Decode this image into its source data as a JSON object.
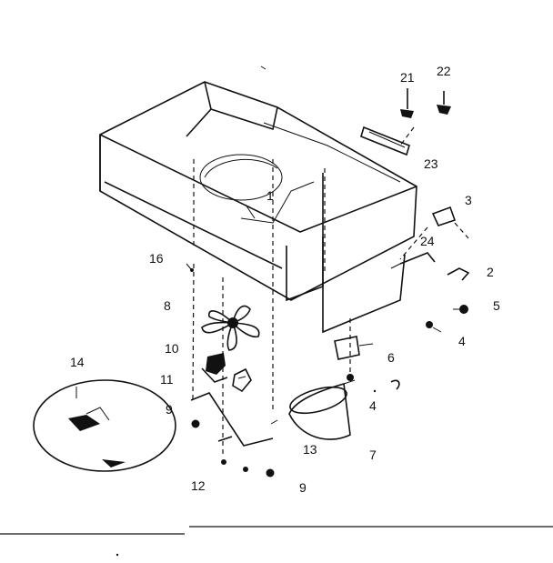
{
  "labels": {
    "l1": "1",
    "l2": "2",
    "l3": "3",
    "l4a": "4",
    "l4b": "4",
    "l5": "5",
    "l6": "6",
    "l7": "7",
    "l8": "8",
    "l9a": "9",
    "l9b": "9",
    "l10": "10",
    "l11": "11",
    "l12": "12",
    "l13": "13",
    "l14": "14",
    "l16": "16",
    "l21": "21",
    "l22": "22",
    "l23": "23",
    "l24": "24"
  }
}
